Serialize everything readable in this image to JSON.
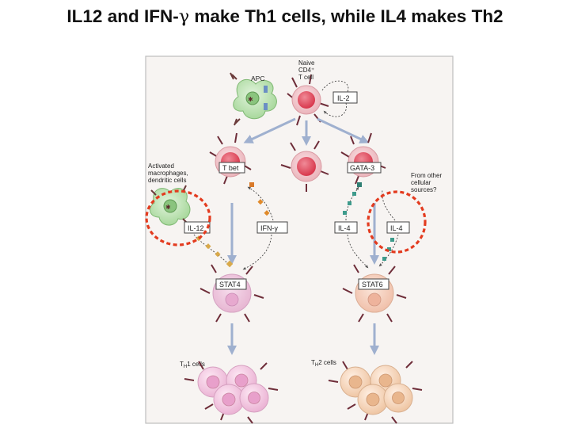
{
  "slide": {
    "title_prefix": "IL12 and IFN-",
    "title_symbol": "γ",
    "title_suffix": " make Th1 cells, while IL4 makes Th2"
  },
  "diagram": {
    "apc_label": "APC",
    "naive_line1": "Naive",
    "naive_line2": "CD4⁺",
    "naive_line3": "T cell",
    "il2": "IL-2",
    "activated_line1": "Activated",
    "activated_line2": "macrophages,",
    "activated_line3": "dendritic cells",
    "tbet": "T bet",
    "gata3": "GATA-3",
    "other_line1": "From other",
    "other_line2": "cellular",
    "other_line3": "sources?",
    "il12": "IL-12",
    "ifng": "IFN-γ",
    "il4_left": "IL-4",
    "il4_right": "IL-4",
    "stat4": "STAT4",
    "stat6": "STAT6",
    "th1_prefix": "T",
    "th1_sub": "H",
    "th1_suffix": "1 cells",
    "th2_prefix": "T",
    "th2_sub": "H",
    "th2_suffix": "2 cells"
  },
  "colors": {
    "panel_bg": "#f7f4f2",
    "panel_border": "#bdbdbd",
    "cell_outer": "#f2c6cb",
    "cell_inner": "#e35b6c",
    "apc": "#bfe3b8",
    "big_arrow": "#9fb0cf",
    "highlight": "#e33b1f",
    "th1_cell": "#f3c6e3",
    "th2_cell": "#f7d9c2",
    "il12_square": "#d9a94a",
    "ifng_square": "#e08a2b",
    "il4_square": "#3e9b8c"
  }
}
